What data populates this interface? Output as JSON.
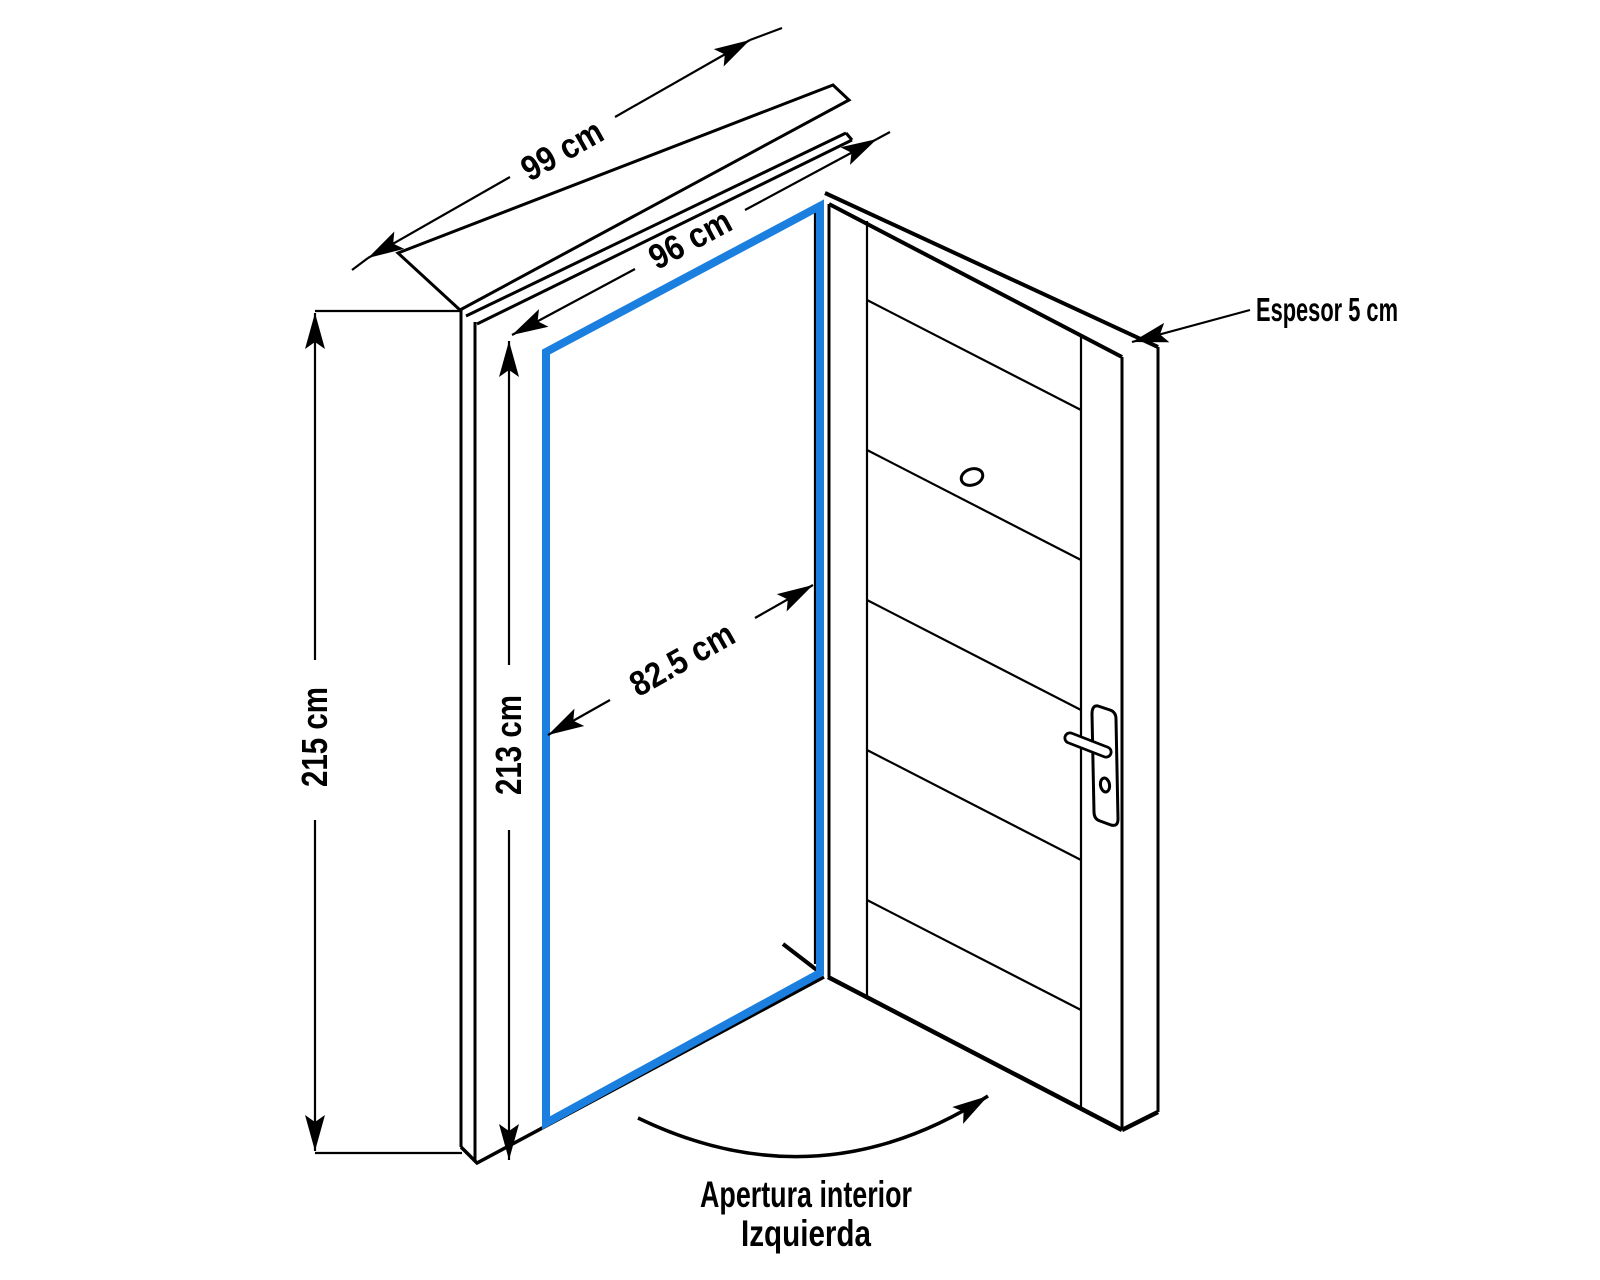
{
  "diagram": {
    "dims": {
      "outer_width": "99 cm",
      "inner_width": "96 cm",
      "outer_height": "215 cm",
      "inner_height": "213 cm",
      "passage_width": "82.5 cm",
      "thickness": "Espesor 5 cm"
    },
    "caption": {
      "line1": "Apertura interior",
      "line2": "Izquierda"
    },
    "colors": {
      "ink": "#000000",
      "seal_blue": "#1B7FE0",
      "bg": "#FFFFFF"
    }
  }
}
